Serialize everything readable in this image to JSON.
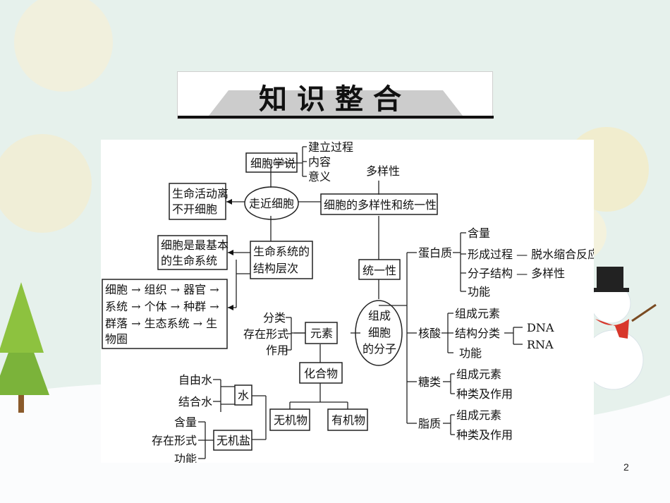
{
  "banner": {
    "title": "知识整合"
  },
  "page_number": "2",
  "diagram": {
    "cell_theory": "细胞学说",
    "cell_theory_items": [
      "建立过程",
      "内容",
      "意义"
    ],
    "approach_cell": "走近细胞",
    "life_activity": [
      "生命活动离",
      "不开细胞"
    ],
    "diversity_label": "多样性",
    "diversity_unity": "细胞的多样性和统一性",
    "basic_system": [
      "细胞是最基本",
      "的生命系统"
    ],
    "life_system": [
      "生命系统的",
      "结构层次"
    ],
    "hierarchy_lines": [
      "细胞 → 组织 → 器官 →",
      "系统 → 个体 → 种群 →",
      "群落 → 生态系统 → 生",
      "物圈"
    ],
    "unity": "统一性",
    "molecules": [
      "组成",
      "细胞",
      "的分子"
    ],
    "protein": "蛋白质",
    "protein_items": [
      "含量",
      "形成过程 — 脱水缩合反应",
      "分子结构 — 多样性",
      "功能"
    ],
    "nucleic_acid": "核酸",
    "nucleic_items": [
      "组成元素",
      "结构分类",
      "功能"
    ],
    "nucleic_types": [
      "DNA",
      "RNA"
    ],
    "sugar": "糖类",
    "sugar_items": [
      "组成元素",
      "种类及作用"
    ],
    "lipid": "脂质",
    "lipid_items": [
      "组成元素",
      "种类及作用"
    ],
    "element": "元素",
    "element_items": [
      "分类",
      "存在形式",
      "作用"
    ],
    "compound": "化合物",
    "inorganic": "无机物",
    "organic": "有机物",
    "water": "水",
    "water_items": [
      "自由水",
      "结合水"
    ],
    "salt": "无机盐",
    "salt_items": [
      "含量",
      "存在形式",
      "功能"
    ]
  }
}
